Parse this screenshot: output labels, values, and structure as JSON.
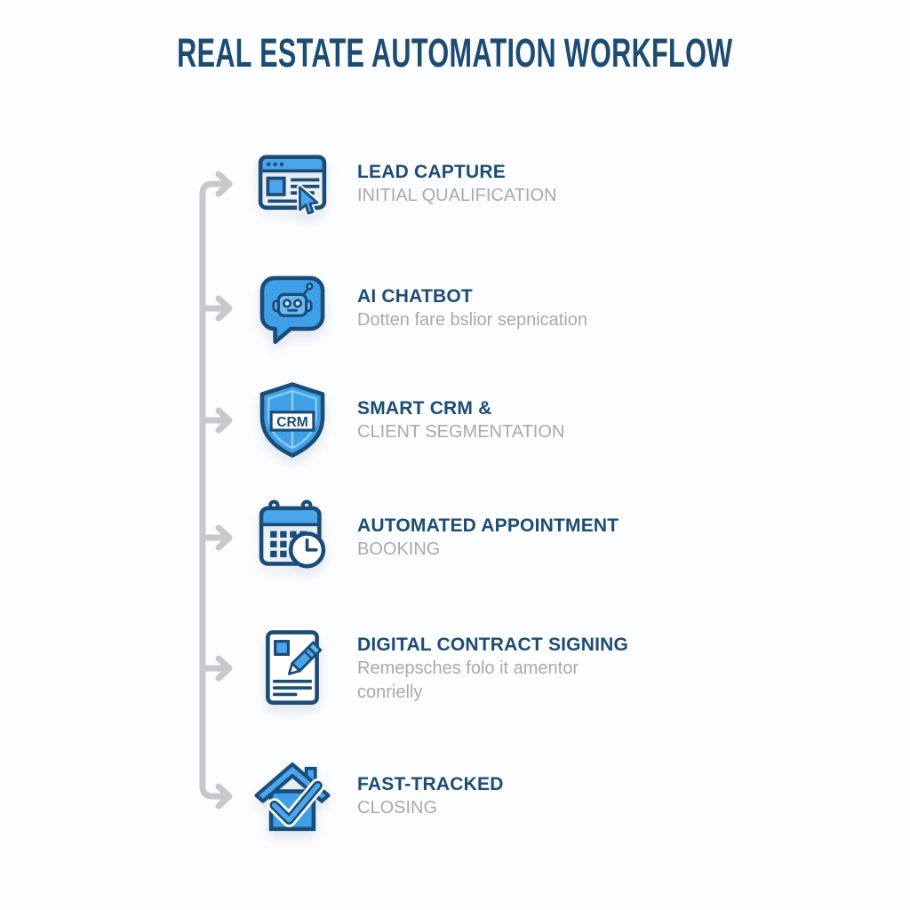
{
  "title": "REAL ESTATE AUTOMATION WORKFLOW",
  "colors": {
    "title_navy": "#1d4b72",
    "step_title_navy": "#1d4c74",
    "step_subtitle_gray": "#a7aaae",
    "connector_gray": "#c6c9cc",
    "icon_blue": "#3fa0e8",
    "icon_blue_light": "#6cb9f0",
    "icon_outline_navy": "#1b4c78",
    "background": "#fcfdfe"
  },
  "steps": [
    {
      "icon": "browser-cursor-icon",
      "title": "LEAD CAPTURE",
      "subtitle": "INITIAL QUALIFICATION"
    },
    {
      "icon": "chatbot-icon",
      "title": "AI CHATBOT",
      "subtitle": "Dotten fare bslior sepnication"
    },
    {
      "icon": "crm-shield-icon",
      "title": "SMART CRM &",
      "subtitle": "CLIENT SEGMENTATION",
      "icon_label": "CRM"
    },
    {
      "icon": "calendar-clock-icon",
      "title": "AUTOMATED APPOINTMENT",
      "subtitle": "BOOKING"
    },
    {
      "icon": "contract-signing-icon",
      "title": "DIGITAL CONTRACT SIGNING",
      "subtitle": "Remepsches folo it amentor conrielly"
    },
    {
      "icon": "house-check-icon",
      "title": "FAST-TRACKED",
      "subtitle": "CLOSING"
    }
  ]
}
